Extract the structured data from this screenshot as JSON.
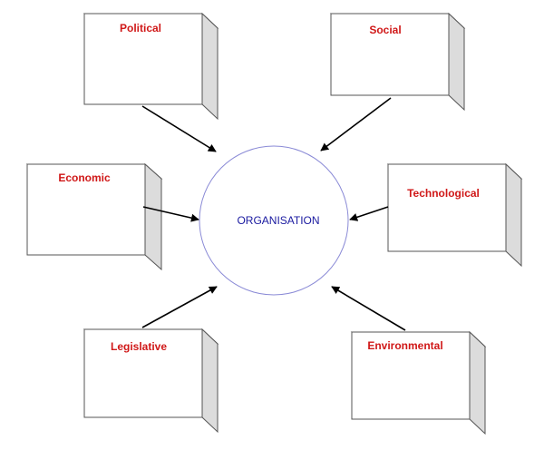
{
  "diagram": {
    "center": {
      "label": "ORGANISATION"
    },
    "factors": [
      {
        "id": "political",
        "label": "Political"
      },
      {
        "id": "social",
        "label": "Social"
      },
      {
        "id": "economic",
        "label": "Economic"
      },
      {
        "id": "technological",
        "label": "Technological"
      },
      {
        "id": "legislative",
        "label": "Legislative"
      },
      {
        "id": "environmental",
        "label": "Environmental"
      }
    ]
  },
  "colors": {
    "factor_label": "#d01818",
    "center_label": "#1a1aa0",
    "circle_stroke": "#8a8ad6",
    "box_stroke": "#555555",
    "box_front": "#ffffff",
    "box_top": "#f4f4f4",
    "box_side": "#dcdcdc",
    "arrow": "#000000"
  }
}
